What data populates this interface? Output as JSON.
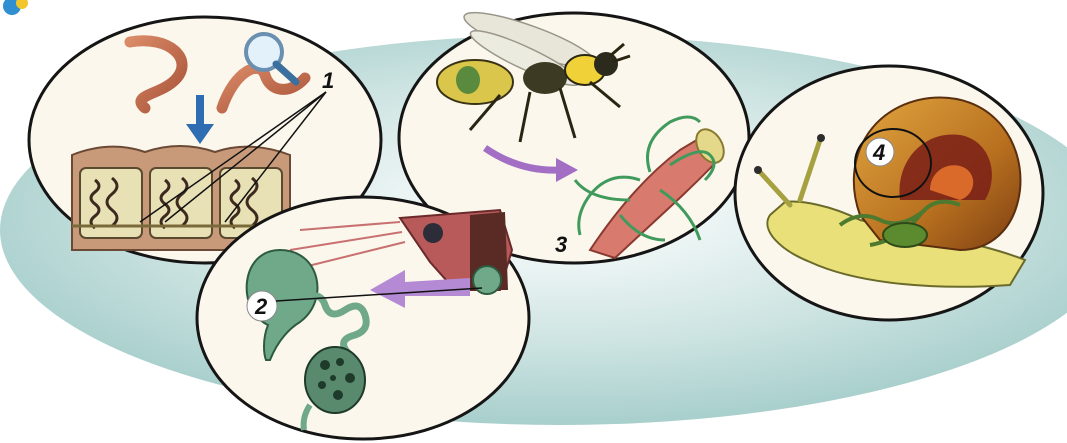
{
  "labels": {
    "one": "1",
    "two": "2",
    "three": "3",
    "four": "4"
  },
  "colors": {
    "backdrop": "#a9d1cf",
    "oval_fill": "#fbf7e8",
    "oval_stroke": "#151515",
    "worm": "#c86a48",
    "gland": "#6fa98a",
    "arrow_blue": "#2f6db3",
    "arrow_purple": "#a36fc4",
    "snail_shell": "#c8902e",
    "snail_body": "#e9e07a"
  },
  "icons": [
    "magnifier-icon",
    "down-arrow-icon",
    "purple-arrow-icon"
  ]
}
